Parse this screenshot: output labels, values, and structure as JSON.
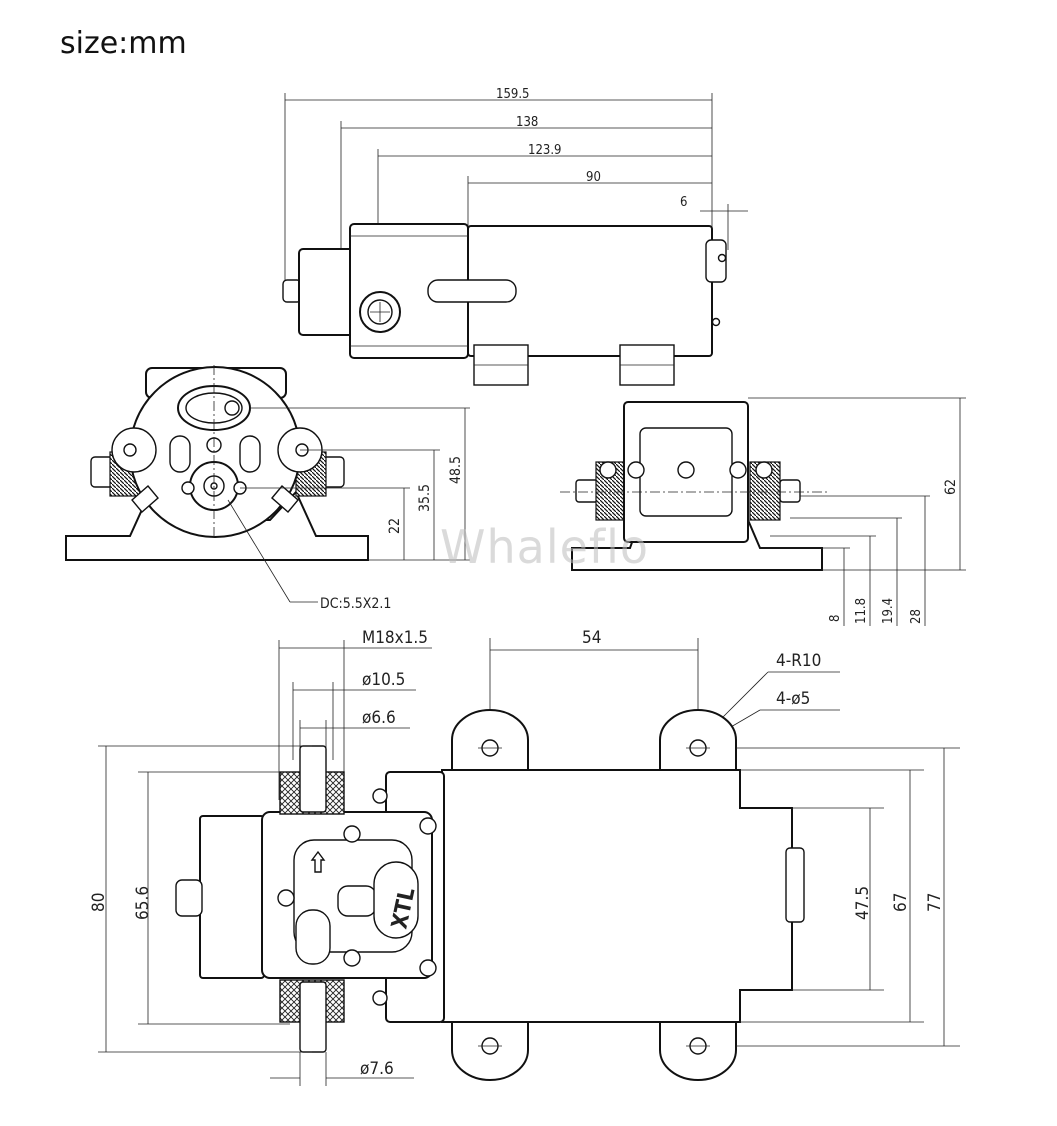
{
  "title": "size:mm",
  "watermark": "Whaleflo",
  "top_view": {
    "dims": [
      "159.5",
      "138",
      "123.9",
      "90",
      "6"
    ]
  },
  "front_view": {
    "dims": [
      "48.5",
      "35.5",
      "22"
    ],
    "connector_label": "DC:5.5X2.1"
  },
  "side_view": {
    "dims": [
      "62",
      "8",
      "11.8",
      "19.4",
      "28"
    ]
  },
  "plan_view": {
    "thread": "M18x1.5",
    "dia_outer": "ø10.5",
    "dia_inner": "ø6.6",
    "dia_bottom": "ø7.6",
    "spacing": "54",
    "radius": "4-R10",
    "holes": "4-ø5",
    "height_80": "80",
    "height_65_6": "65.6",
    "height_47_5": "47.5",
    "height_67": "67",
    "height_77": "77",
    "logo": "XTL"
  }
}
